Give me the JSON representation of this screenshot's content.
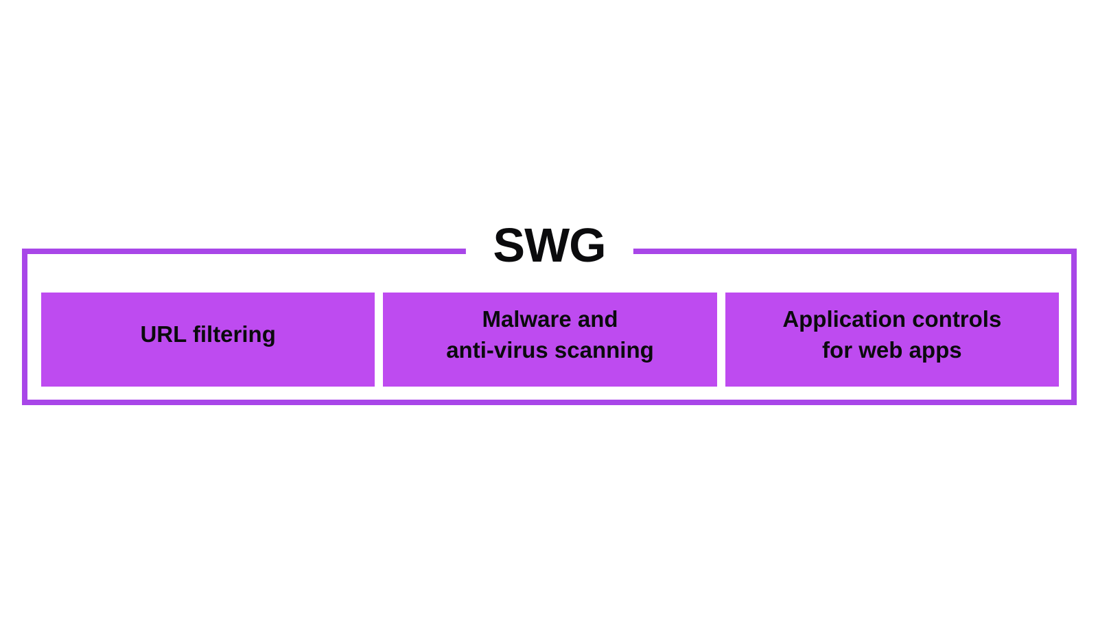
{
  "diagram": {
    "title": "SWG",
    "boxes": [
      {
        "line1": "URL filtering",
        "line2": ""
      },
      {
        "line1": "Malware and",
        "line2": "anti-virus scanning"
      },
      {
        "line1": "Application controls",
        "line2": "for web apps"
      }
    ],
    "colors": {
      "background": "#ffffff",
      "container_border": "#A846E8",
      "box_fill": "#BE4BF0",
      "text": "#0b0b0d"
    }
  }
}
